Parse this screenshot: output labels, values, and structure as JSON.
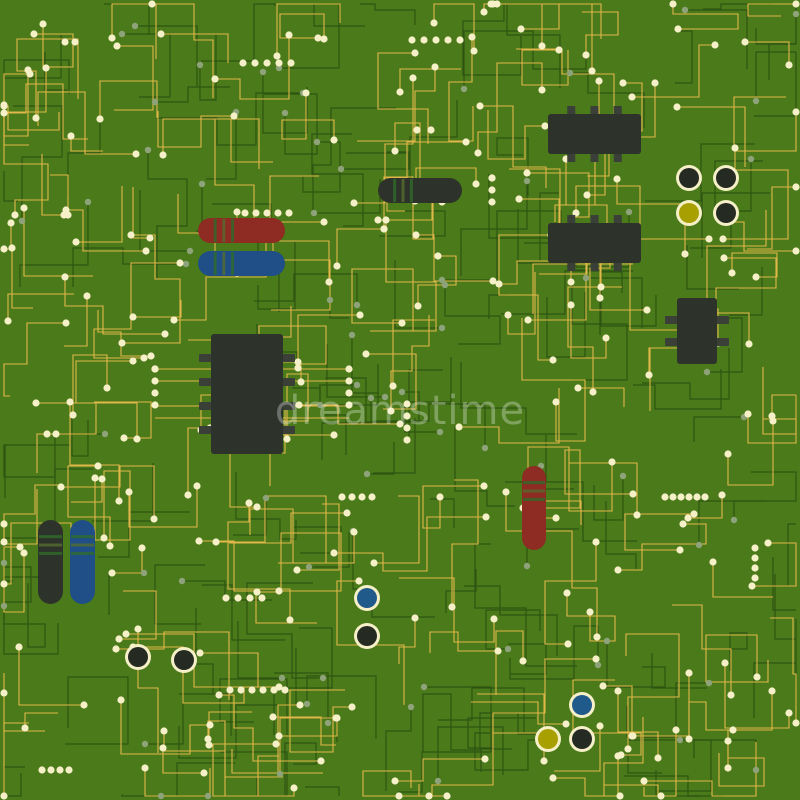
{
  "board": {
    "background": "#4a7a1a",
    "trace_gold": "#e2b84a",
    "trace_dark": "#2f5412",
    "pad_color": "#f6f0c8",
    "pad_gray": "#8fa37a",
    "chip_color": "#2d322b",
    "chip_pin": "#3a4037",
    "resistor_red": "#8e2b22",
    "resistor_blue": "#1f4f86",
    "resistor_dark": "#2d322b",
    "cap_yellow": "#a8a000",
    "cap_blue": "#1f5a8a",
    "cap_dark": "#252a22"
  },
  "watermark": {
    "text": "dreamstime"
  },
  "components": [
    {
      "name": "chip-main",
      "type": "chip"
    },
    {
      "name": "chip-top-right-upper",
      "type": "chip"
    },
    {
      "name": "chip-top-right-lower",
      "type": "chip"
    },
    {
      "name": "chip-right-vertical",
      "type": "chip"
    },
    {
      "name": "resistor-red-top",
      "type": "resistor"
    },
    {
      "name": "resistor-blue-top",
      "type": "resistor"
    },
    {
      "name": "resistor-dark-top",
      "type": "resistor"
    },
    {
      "name": "resistor-red-center",
      "type": "resistor"
    },
    {
      "name": "resistor-dark-left",
      "type": "resistor"
    },
    {
      "name": "resistor-blue-left",
      "type": "resistor"
    }
  ]
}
